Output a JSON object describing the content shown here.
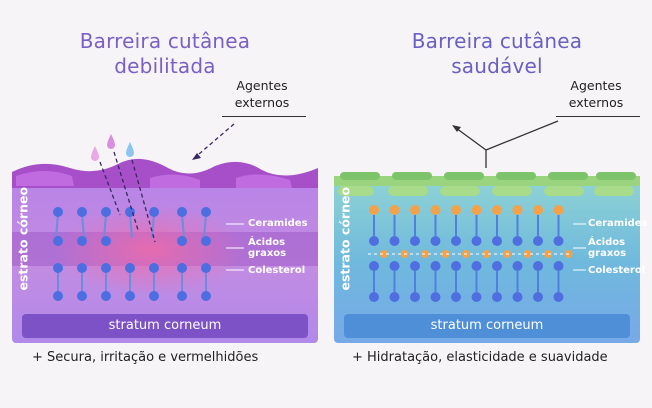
{
  "left": {
    "title_line1": "Barreira cutânea",
    "title_line2": "debilitada",
    "agents_line1": "Agentes",
    "agents_line2": "externos",
    "vertical_label": "estrato córneo",
    "label_ceramides": "Ceramides",
    "label_acidos": "Ácidos",
    "label_graxos": "graxos",
    "label_colesterol": "Colesterol",
    "bar_label": "stratum corneum",
    "caption": "+ Secura, irritação e vermelhidões",
    "accent_color": "#a46bd8"
  },
  "right": {
    "title_line1": "Barreira cutânea",
    "title_line2": "saudável",
    "agents_line1": "Agentes",
    "agents_line2": "externos",
    "vertical_label": "estrato córneo",
    "label_ceramides": "Ceramides",
    "label_acidos": "Ácidos",
    "label_graxos": "graxos",
    "label_colesterol": "Colesterol",
    "bar_label": "stratum corneum",
    "caption": "+ Hidratação, elasticidade e suavidade",
    "accent_color": "#3c9ad0"
  }
}
